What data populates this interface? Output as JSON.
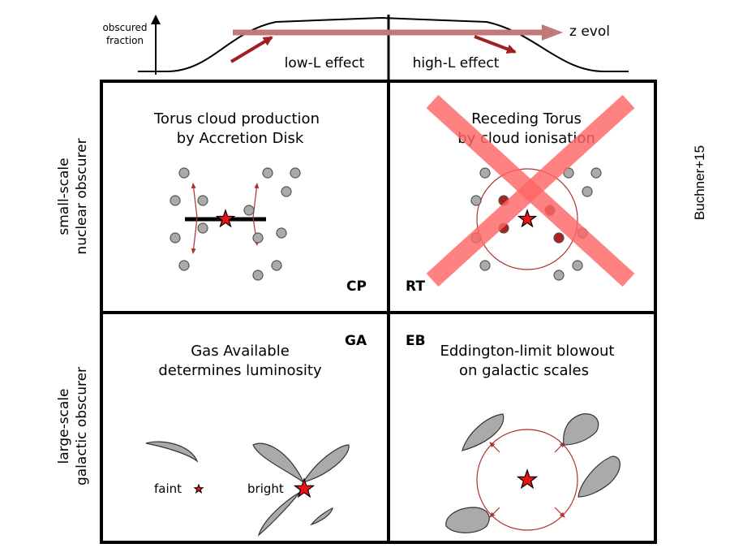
{
  "top_panel": {
    "axis_label_line1": "obscured",
    "axis_label_line2": "fraction",
    "z_evol_label": "z evol",
    "low_l_label": "low-L effect",
    "high_l_label": "high-L effect"
  },
  "row_labels": {
    "top_line1": "small-scale",
    "top_line2": "nuclear obscurer",
    "bottom_line1": "large-scale",
    "bottom_line2": "galactic obscurer"
  },
  "citation": "Buchner+15",
  "quadrants": {
    "cp": {
      "title_line1": "Torus cloud production",
      "title_line2": "by Accretion Disk",
      "tag": "CP"
    },
    "rt": {
      "title_line1": "Receding Torus",
      "title_line2": "by cloud ionisation",
      "tag": "RT",
      "crossed_out": true
    },
    "ga": {
      "title_line1": "Gas Available",
      "title_line2": "determines luminosity",
      "tag": "GA",
      "faint_label": "faint",
      "bright_label": "bright"
    },
    "eb": {
      "title_line1": "Eddington-limit blowout",
      "title_line2": "on galactic scales",
      "tag": "EB"
    }
  },
  "colors": {
    "star_fill": "#ee1111",
    "cloud_fill": "#aaaaaa",
    "ionised_cloud_fill": "#aa2222",
    "arrow_red": "#b03030",
    "cross_color": "#ff6666",
    "z_arrow_color": "#c07878",
    "grid_line": "#000000"
  }
}
